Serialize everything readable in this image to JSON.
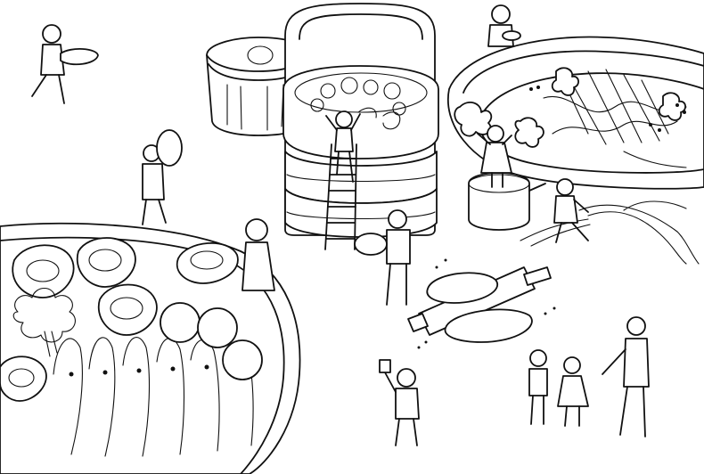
{
  "scene": {
    "background": "#ffffff",
    "ink": "#111111",
    "style": "black line-art coloring page"
  },
  "objects": [
    {
      "name": "steamer-tower",
      "icon": "tiered-bamboo-steamer"
    },
    {
      "name": "steamer-side",
      "icon": "steamer-basket"
    },
    {
      "name": "fish-platter",
      "icon": "steamed-fish"
    },
    {
      "name": "seafood-platter",
      "icon": "abalone-and-prawns"
    },
    {
      "name": "ladder",
      "icon": "ladder"
    },
    {
      "name": "rolling-pin",
      "icon": "rolling-pin"
    },
    {
      "name": "dough",
      "icon": "dough"
    },
    {
      "name": "noodles",
      "icon": "noodle-bundle"
    },
    {
      "name": "pot",
      "icon": "cooking-pot"
    }
  ],
  "people_count": 12
}
